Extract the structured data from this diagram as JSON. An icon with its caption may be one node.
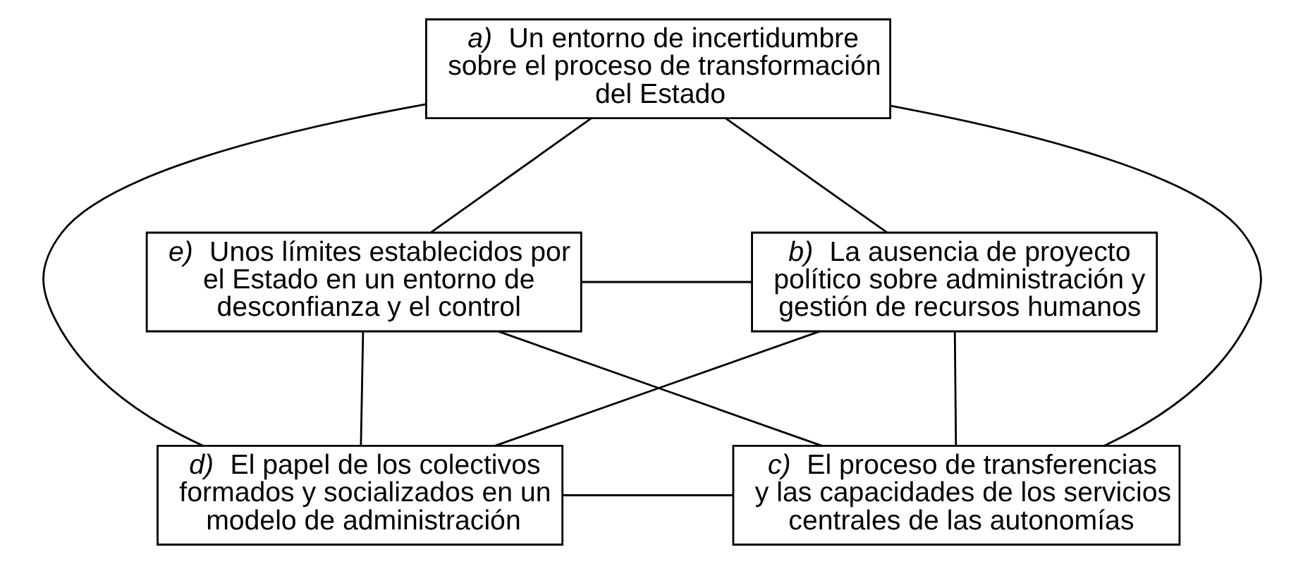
{
  "diagram": {
    "nodes": [
      {
        "text": [
          "*a)* Un entorno de incertidumbre sobre el proceso de transformación del Estado"
        ]
      },
      {
        "text": [
          "*e)* Unos límites establecidos por el Estado en un entorno de desconfianza y el control"
        ]
      },
      {
        "text": [
          "*b)* La ausencia de proyecto político sobre administración y gestión de recursos humanos"
        ]
      },
      {
        "text": [
          "*d)* El papel de los colectivos formados y socializados en un modelo de administración"
        ]
      },
      {
        "text": [
          "*c)* El proceso de transferencias y las capacidades de los servicios centrales de las autonomías"
        ]
      }
    ],
    "edges": [
      {
        "from": 0,
        "to": 1,
        "arrow": "none"
      },
      {
        "from": 0,
        "to": 2,
        "arrow": "none"
      },
      {
        "from": 0,
        "to": 3,
        "arrow": "none"
      },
      {
        "from": 0,
        "to": 4,
        "arrow": "none"
      },
      {
        "from": 1,
        "to": 2,
        "arrow": "none"
      },
      {
        "from": 1,
        "to": 3,
        "arrow": "none"
      },
      {
        "from": 1,
        "to": 4,
        "arrow": "none"
      },
      {
        "from": 2,
        "to": 3,
        "arrow": "none"
      },
      {
        "from": 2,
        "to": 4,
        "arrow": "none"
      },
      {
        "from": 3,
        "to": 4,
        "arrow": "none"
      }
    ]
  }
}
